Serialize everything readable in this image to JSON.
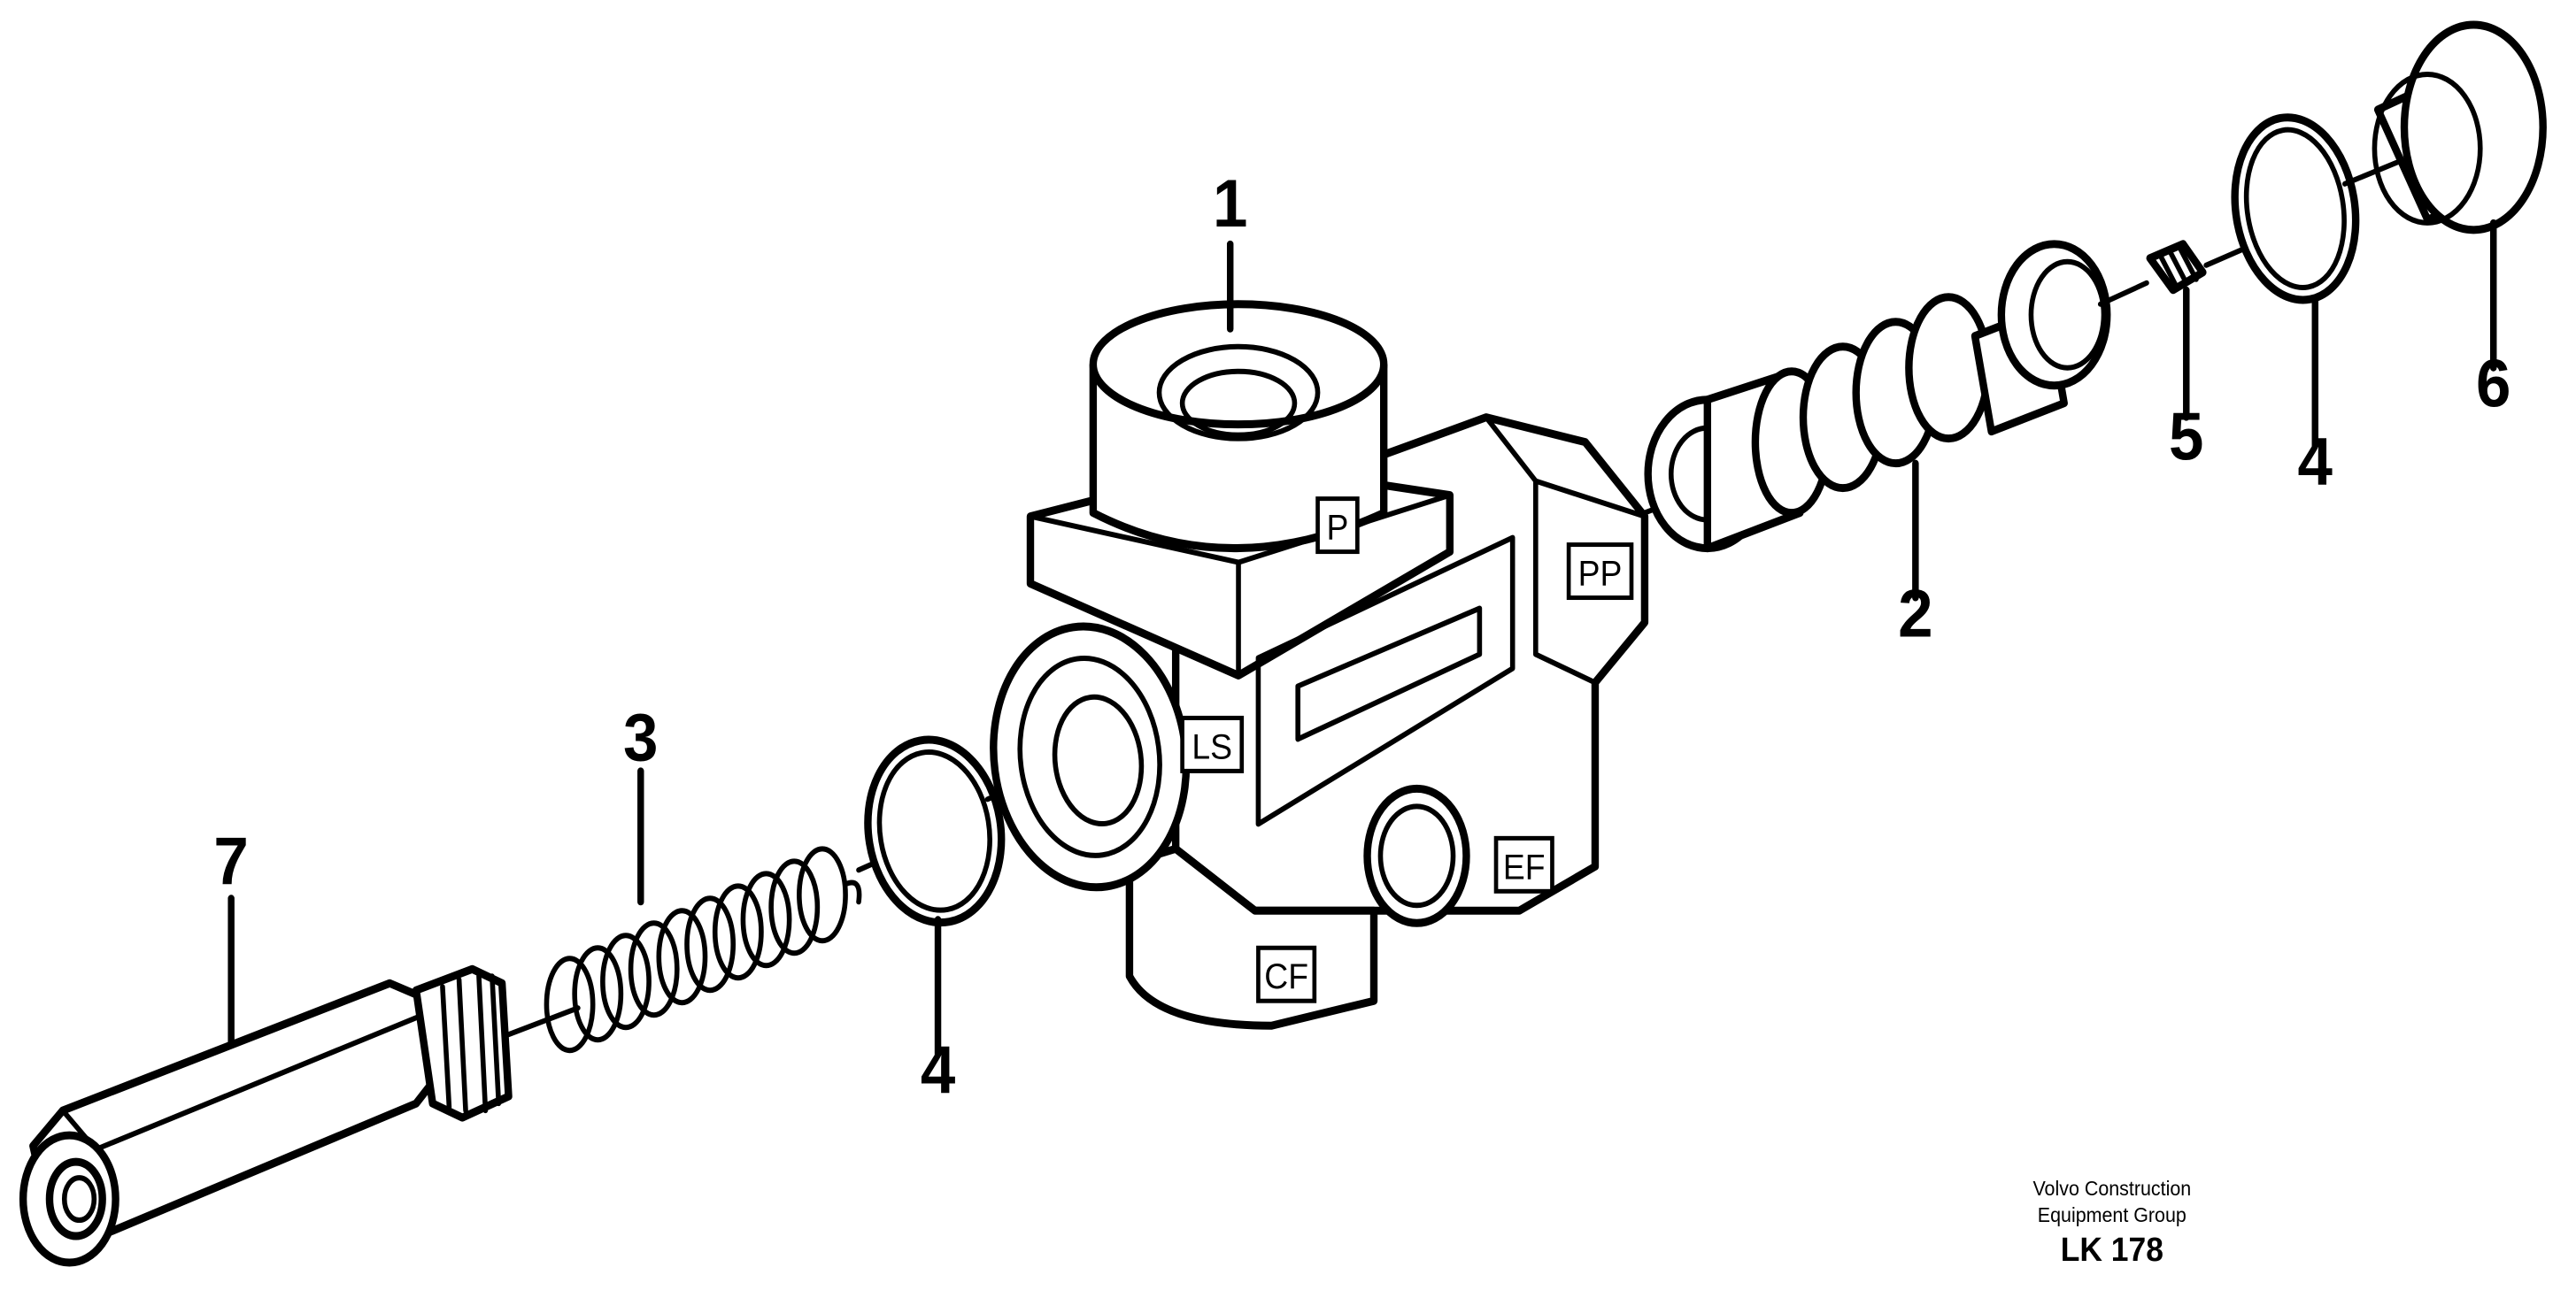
{
  "figure": {
    "callouts": {
      "c1": "1",
      "c2": "2",
      "c3": "3",
      "c4a": "4",
      "c4b": "4",
      "c5": "5",
      "c6": "6",
      "c7": "7"
    },
    "ports": {
      "p": "P",
      "pp": "PP",
      "ls": "LS",
      "ef": "EF",
      "cf": "CF"
    }
  },
  "footer": {
    "company_line1": "Volvo Construction",
    "company_line2": "Equipment Group",
    "code": "LK 178"
  }
}
